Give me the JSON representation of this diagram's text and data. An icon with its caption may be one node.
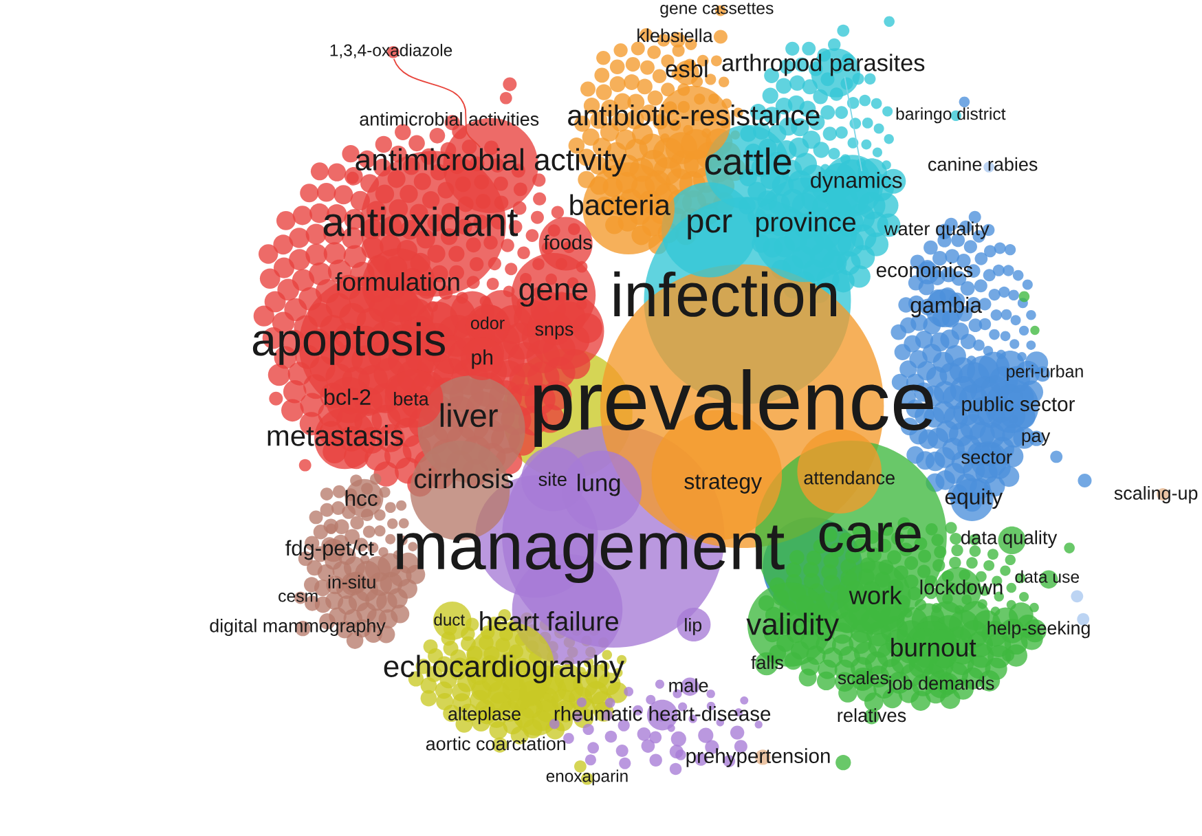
{
  "diagram": {
    "nodes": [
      {
        "text": [
          "gene cassettes"
        ]
      },
      {
        "text": [
          "klebsiella"
        ]
      },
      {
        "text": [
          "1,3,4-oxadiazole"
        ]
      },
      {
        "text": [
          "esbl"
        ]
      },
      {
        "text": [
          "arthropod parasites"
        ]
      },
      {
        "text": [
          "antimicrobial activities"
        ]
      },
      {
        "text": [
          "antibiotic-resistance"
        ]
      },
      {
        "text": [
          "baringo district"
        ]
      },
      {
        "text": [
          "antimicrobial activity"
        ]
      },
      {
        "text": [
          "cattle"
        ]
      },
      {
        "text": [
          "dynamics"
        ]
      },
      {
        "text": [
          "canine rabies"
        ]
      },
      {
        "text": [
          "antioxidant"
        ]
      },
      {
        "text": [
          "bacteria"
        ]
      },
      {
        "text": [
          "pcr"
        ]
      },
      {
        "text": [
          "province"
        ]
      },
      {
        "text": [
          "water quality"
        ]
      },
      {
        "text": [
          "foods"
        ]
      },
      {
        "text": [
          "formulation"
        ]
      },
      {
        "text": [
          "gene"
        ]
      },
      {
        "text": [
          "infection"
        ]
      },
      {
        "text": [
          "economics"
        ]
      },
      {
        "text": [
          "gambia"
        ]
      },
      {
        "text": [
          "apoptosis"
        ]
      },
      {
        "text": [
          "odor"
        ]
      },
      {
        "text": [
          "snps"
        ]
      },
      {
        "text": [
          "ph"
        ]
      },
      {
        "text": [
          "peri-urban"
        ]
      },
      {
        "text": [
          "bcl-2"
        ]
      },
      {
        "text": [
          "beta"
        ]
      },
      {
        "text": [
          "prevalence"
        ]
      },
      {
        "text": [
          "public sector"
        ]
      },
      {
        "text": [
          "metastasis"
        ]
      },
      {
        "text": [
          "liver"
        ]
      },
      {
        "text": [
          "pay"
        ]
      },
      {
        "text": [
          "sector"
        ]
      },
      {
        "text": [
          "hcc"
        ]
      },
      {
        "text": [
          "cirrhosis"
        ]
      },
      {
        "text": [
          "site"
        ]
      },
      {
        "text": [
          "lung"
        ]
      },
      {
        "text": [
          "strategy"
        ]
      },
      {
        "text": [
          "attendance"
        ]
      },
      {
        "text": [
          "equity"
        ]
      },
      {
        "text": [
          "scaling-up"
        ]
      },
      {
        "text": [
          "fdg-pet/ct"
        ]
      },
      {
        "text": [
          "management"
        ]
      },
      {
        "text": [
          "care"
        ]
      },
      {
        "text": [
          "data quality"
        ]
      },
      {
        "text": [
          "cesm"
        ]
      },
      {
        "text": [
          "in-situ"
        ]
      },
      {
        "text": [
          "work"
        ]
      },
      {
        "text": [
          "lockdown"
        ]
      },
      {
        "text": [
          "data use"
        ]
      },
      {
        "text": [
          "digital mammography"
        ]
      },
      {
        "text": [
          "duct"
        ]
      },
      {
        "text": [
          "heart failure"
        ]
      },
      {
        "text": [
          "lip"
        ]
      },
      {
        "text": [
          "validity"
        ]
      },
      {
        "text": [
          "help-seeking"
        ]
      },
      {
        "text": [
          "burnout"
        ]
      },
      {
        "text": [
          "echocardiography"
        ]
      },
      {
        "text": [
          "male"
        ]
      },
      {
        "text": [
          "falls"
        ]
      },
      {
        "text": [
          "scales"
        ]
      },
      {
        "text": [
          "job demands"
        ]
      },
      {
        "text": [
          "alteplase"
        ]
      },
      {
        "text": [
          "rheumatic heart-disease"
        ]
      },
      {
        "text": [
          "relatives"
        ]
      },
      {
        "text": [
          "aortic coarctation"
        ]
      },
      {
        "text": [
          "prehypertension"
        ]
      },
      {
        "text": [
          "enoxaparin"
        ]
      }
    ],
    "edges": [
      {
        "from": 2,
        "to": 8,
        "arrow": "none",
        "color": "#e8453c"
      },
      {
        "from": 4,
        "to": 10,
        "arrow": "none",
        "color": "#7fd6e6"
      }
    ]
  }
}
